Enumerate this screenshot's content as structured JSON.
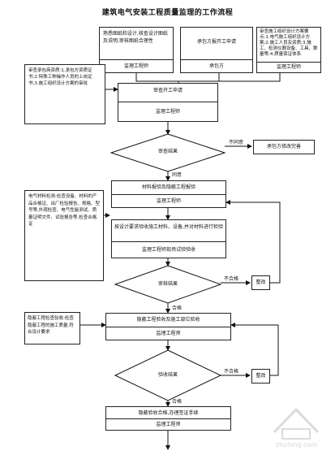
{
  "title": "建筑电气安装工程质量监理的工作流程",
  "top": {
    "design_box": "熟悉图纸和设计,核查设计图纸及说明,审核图纸合理性",
    "design_sub": "监理工程师",
    "submit_box": "承包方报开工申请",
    "submit_sub": "承包方",
    "review_box": "审查施工组织设计方案要点:1.电气施工组织设计方案;2.施工人员及资质;3.施工、检测仪器设备、工具、数量等;4.质量保证体系",
    "review_sub": "监理工程师"
  },
  "left_notes": {
    "qualification": "审查承包商资质:1.承包方资质证书;2.特殊工种操作人员的上岗证书;3.施工组织设计方案的审批",
    "materials": "电气材料检测:检查设备、材料的产品合格证、出厂检验报告、规格、型号等,外观检查、电气性能测试、质量证明文件、试验报告等,检查合格证",
    "hidden": "隐蔽工程检查验收:检查隐蔽工程的施工质量,符合设计要求"
  },
  "flow": {
    "start_report": "审查开工申请",
    "start_sub": "监理工程师",
    "decision1": "审查结果",
    "d1_no": "不同意",
    "d1_no_box": "承包方修改完善",
    "d1_yes": "同意",
    "step_material": "材料报验及隐蔽工程报验",
    "step_material_sub": "监理工程师",
    "step_check": "按设计要求验收施工材料、设备,并对材料进行检验",
    "step_check_sub": "监理工程师现场试验验收",
    "decision2": "审核结果",
    "d2_no": "不合格",
    "d2_no_box": "整改",
    "d2_yes": "合格",
    "step_hidden": "隐蔽工程验收及施工部位验收",
    "step_hidden_sub": "监理工程师",
    "decision3": "验收结果",
    "d3_no": "不合格",
    "d3_no_box": "整改",
    "d3_yes": "合格",
    "step_final": "隐蔽验收合格,办理签证手续",
    "step_final_sub": "监理工程师"
  },
  "watermark": "zhulong.com"
}
